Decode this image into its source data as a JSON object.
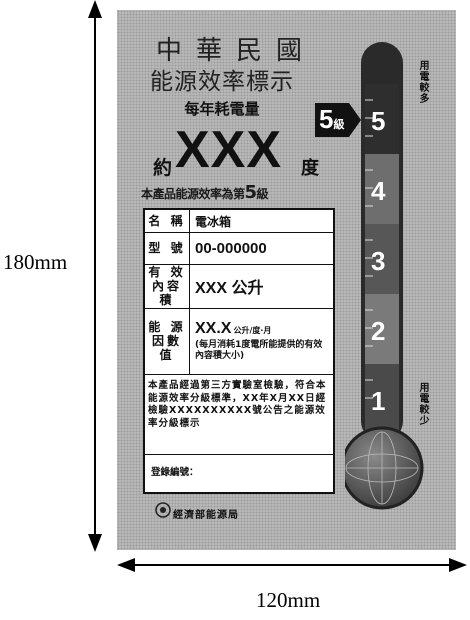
{
  "dimensions": {
    "height": "180mm",
    "width": "120mm"
  },
  "label": {
    "title_line1": "中華民國",
    "title_line2": "能源效率標示",
    "annual_consumption_label": "每年耗電量",
    "approx": "約",
    "consumption_value": "XXX",
    "consumption_unit": "度",
    "efficiency_statement_prefix": "本產品能源效率為第",
    "efficiency_statement_grade": "5",
    "efficiency_statement_suffix": "級",
    "grade_badge": "5",
    "grade_badge_suffix": "級",
    "table": {
      "name_key": "名 稱",
      "name_value": "電冰箱",
      "model_key": "型 號",
      "model_value": "00-000000",
      "capacity_key": "有 效 內容積",
      "capacity_value": "XXX 公升",
      "factor_key": "能 源 因數值",
      "factor_value": "XX.X",
      "factor_unit": "公升/度·月",
      "factor_note": "(每月消耗1度電所能提供的有效內容積大小)",
      "declaration": "本產品經過第三方實驗室檢驗，符合本能源效率分級標準，XX年X月XX日經檢驗XXXXXXXXXX號公告之能源效率分級標示",
      "registration_label": "登錄編號："
    },
    "agency": "經濟部能源局",
    "more_power": "用電較多",
    "less_power": "用電較少",
    "scale_levels": [
      "5",
      "4",
      "3",
      "2",
      "1"
    ],
    "colors": {
      "level5": "#2e2e2e",
      "level4": "#6e6e6e",
      "level3": "#575757",
      "level2": "#7a7a7a",
      "level1": "#4a4a4a",
      "bulb": "#5a5a5a",
      "background": "#bdbdbd"
    }
  }
}
